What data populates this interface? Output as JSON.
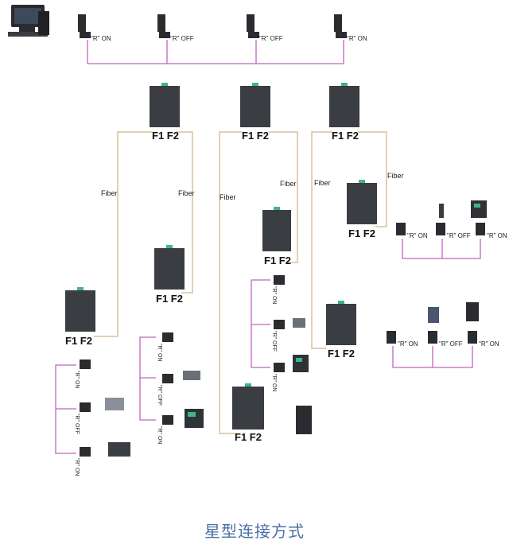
{
  "caption": "星型连接方式",
  "fiber_label": "Fiber",
  "port_label": "F1 F2",
  "colors": {
    "fiber": "#d8c29a",
    "bus": "#c065c0",
    "device": "#3a3d41",
    "led": "#3fb58a"
  },
  "top_bus": [
    {
      "label": "\"R\" ON"
    },
    {
      "label": "\"R\" OFF"
    },
    {
      "label": "\"R\" OFF"
    },
    {
      "label": "\"R\" ON"
    }
  ],
  "branch_a": [
    {
      "label": "\"R\" ON"
    },
    {
      "label": "\"R\" OFF"
    },
    {
      "label": "\"R\" ON"
    }
  ],
  "branch_b": [
    {
      "label": "\"R\" ON"
    },
    {
      "label": "\"R\" OFF"
    },
    {
      "label": "\"R\" ON"
    }
  ],
  "branch_c": [
    {
      "label": "\"R\" ON"
    },
    {
      "label": "\"R\" OFF"
    },
    {
      "label": "\"R\" ON"
    }
  ],
  "branch_d": [
    {
      "label": "\"R\" ON"
    },
    {
      "label": "\"R\" OFF"
    },
    {
      "label": "\"R\" ON"
    }
  ],
  "branch_e": [
    {
      "label": "\"R\" ON"
    },
    {
      "label": "\"R\" OFF"
    },
    {
      "label": "\"R\" ON"
    }
  ]
}
